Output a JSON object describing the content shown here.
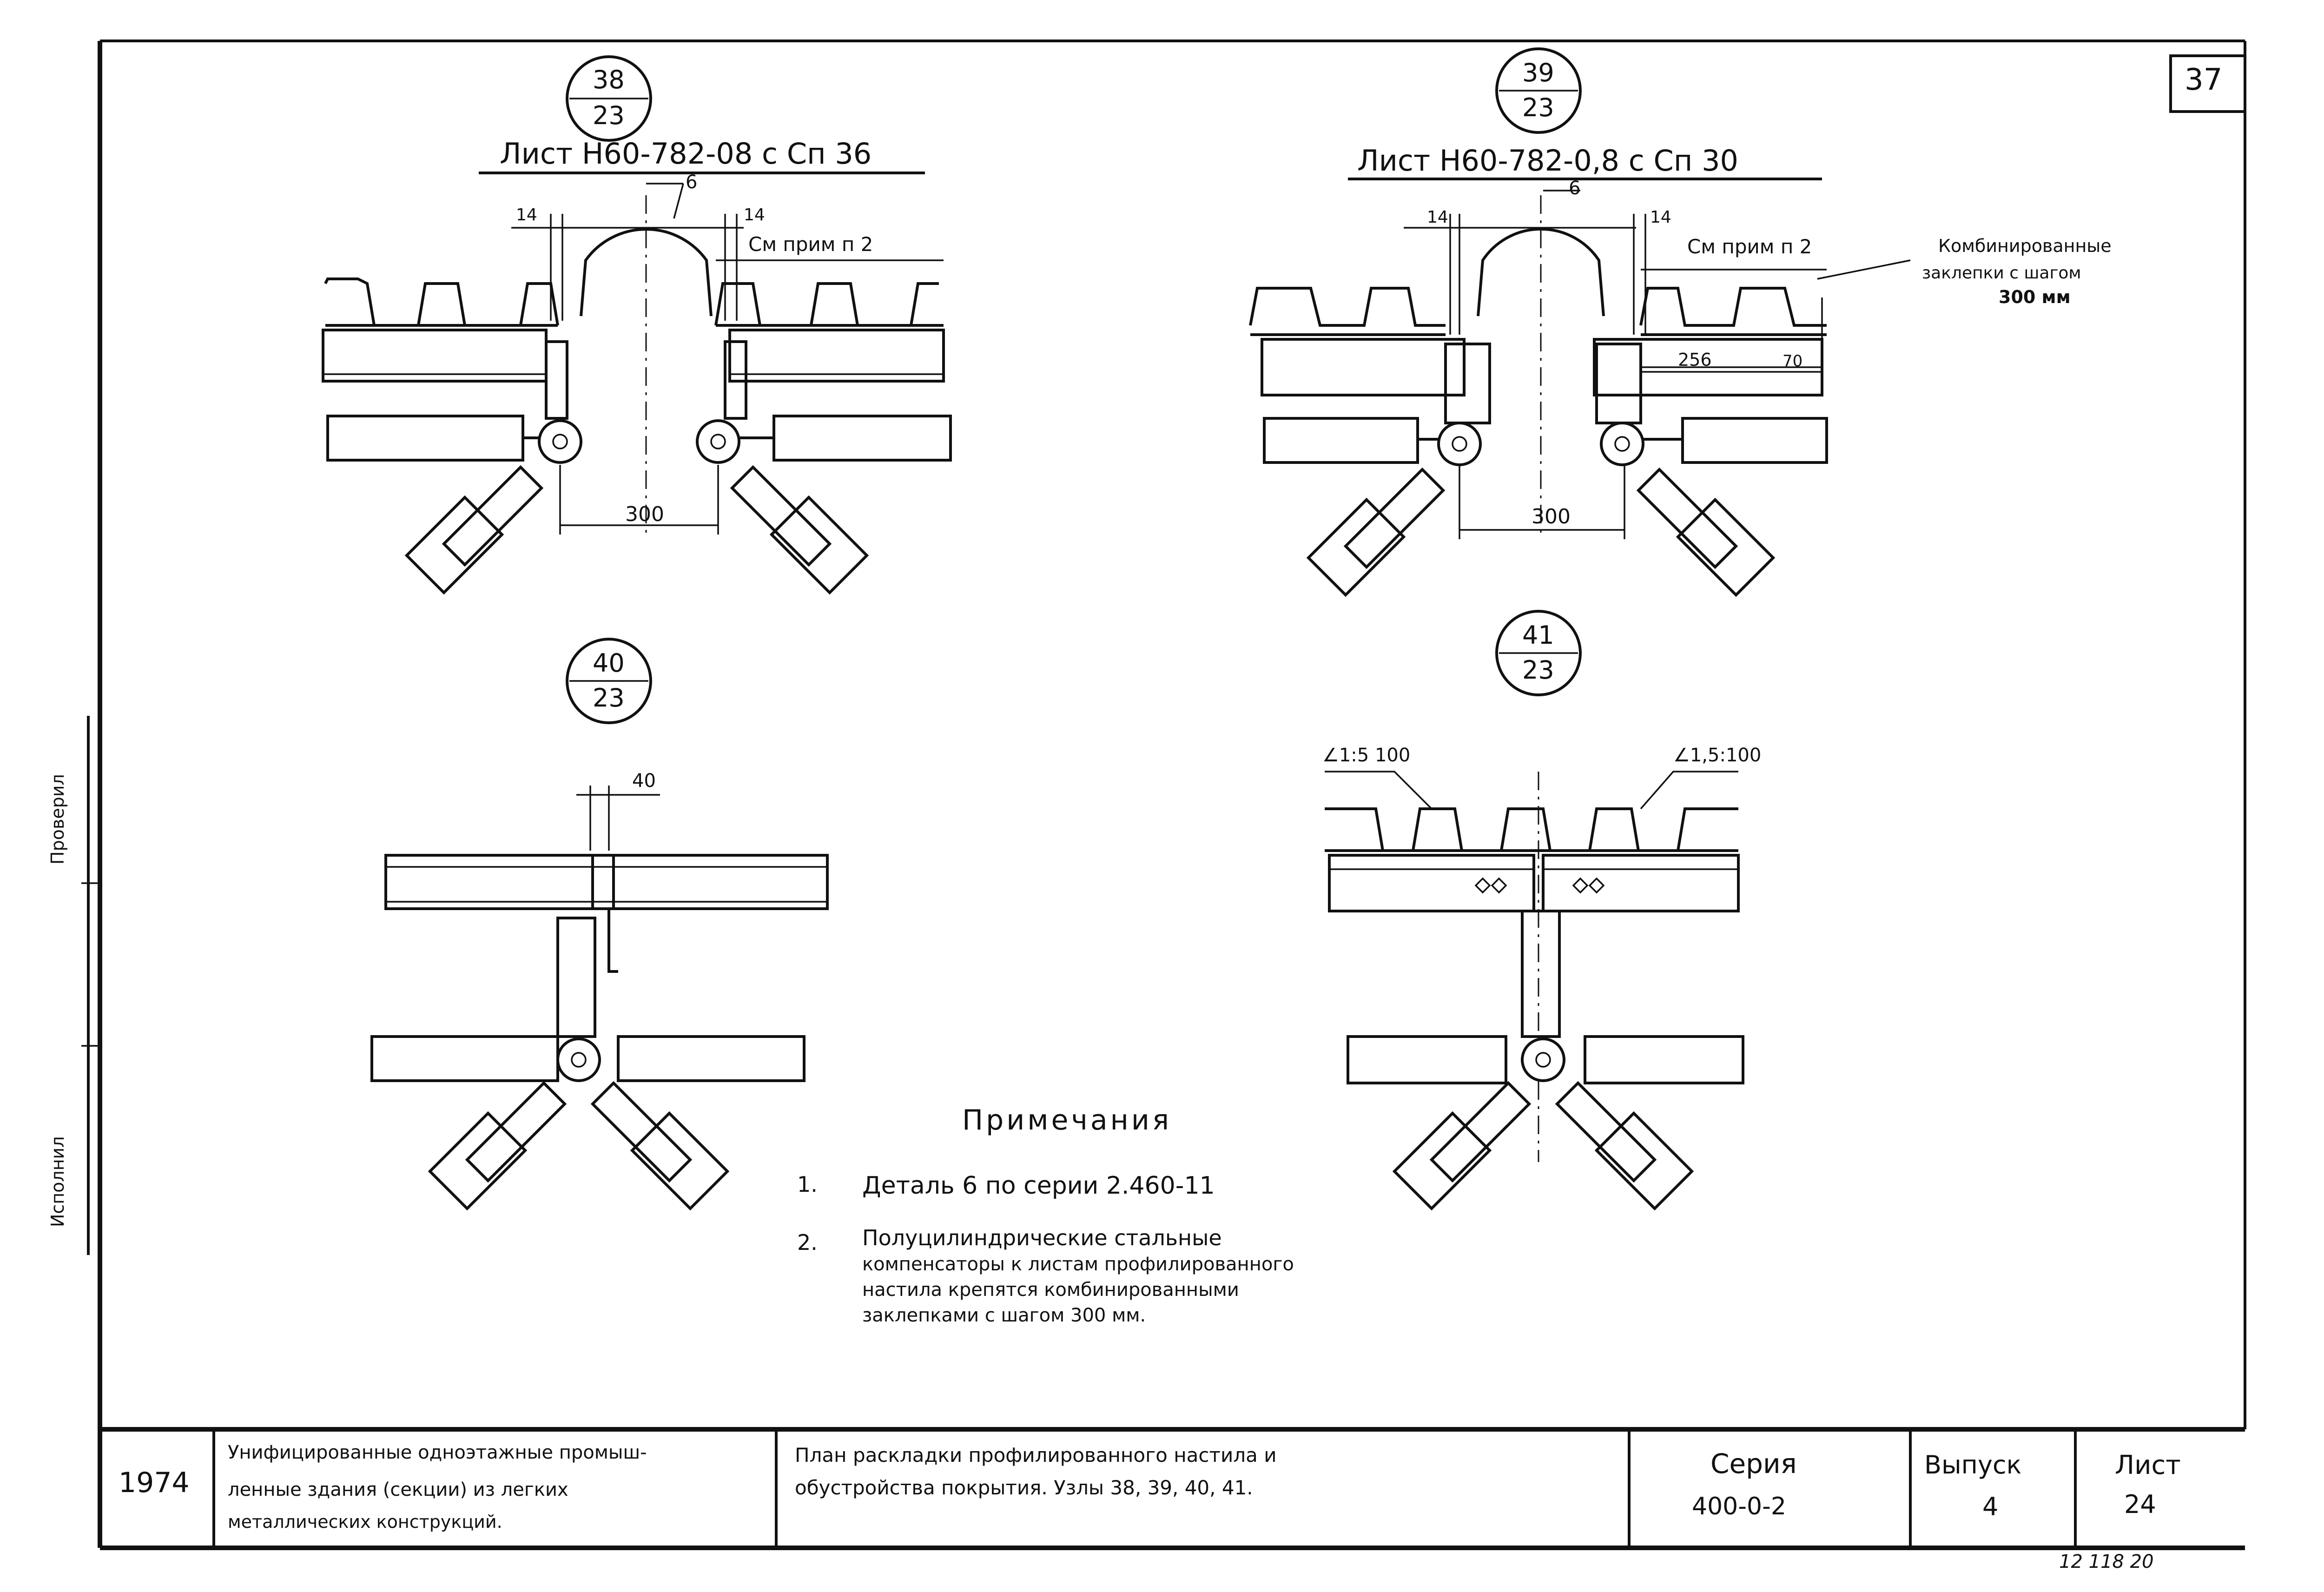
{
  "sheet_corner_number": "37",
  "left_margin_labels": [
    "Исполнил",
    "Проверил"
  ],
  "bottom_right_stamp": "12 118   20",
  "details": {
    "d38": {
      "num": "38",
      "den": "23",
      "title": "Лист Н60-782-08 с Сп 36",
      "dim_left": "14",
      "dim_right": "14",
      "part": "6",
      "note_ref": "См прим п 2",
      "span": "300"
    },
    "d39": {
      "num": "39",
      "den": "23",
      "title": "Лист Н60-782-0,8 с Сп 30",
      "dim_left": "14",
      "dim_right": "14",
      "part": "6",
      "note_ref": "См прим п 2",
      "span": "300",
      "dim_256": "256",
      "dim_70": "70",
      "rivet_note": [
        "Комбинированные",
        "заклепки с шагом",
        "300 мм"
      ]
    },
    "d40": {
      "num": "40",
      "den": "23",
      "dim": "40"
    },
    "d41": {
      "num": "41",
      "den": "23",
      "slope_left": "∠1:5 100",
      "slope_right": "∠1,5:100"
    }
  },
  "notes": {
    "heading": "Примечания",
    "items": [
      {
        "n": "1.",
        "lines": [
          "Деталь 6 по серии 2.460-11"
        ]
      },
      {
        "n": "2.",
        "lines": [
          "Полуцилиндрические стальные",
          "компенсаторы к листам профилированного",
          "настила крепятся комбинированными",
          "заклепками с шагом 300 мм."
        ]
      }
    ]
  },
  "title_block": {
    "year": "1974",
    "description": [
      "Унифицированные одноэтажные промыш-",
      "ленные здания (секции) из легких",
      "металлических конструкций."
    ],
    "sheet_title": [
      "План раскладки профилированного настила и",
      "обустройства покрытия.  Узлы 38, 39, 40, 41."
    ],
    "series_label": "Серия",
    "series_value": "400-0-2",
    "issue_label": "Выпуск",
    "issue_value": "4",
    "sheet_label": "Лист",
    "sheet_value": "24"
  }
}
